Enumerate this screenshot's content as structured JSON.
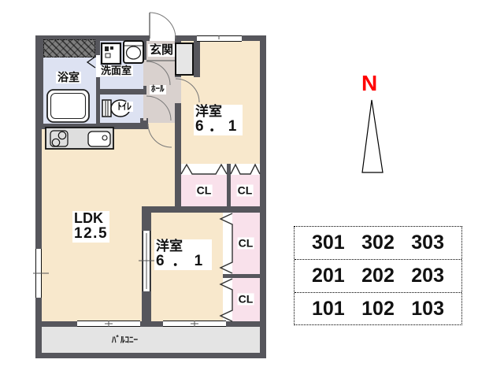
{
  "compass": {
    "label": "N",
    "color": "#ff0000"
  },
  "rooms": {
    "entrance": "玄関",
    "hall": "ﾎｰﾙ",
    "washroom": "洗面室",
    "bathroom": "浴室",
    "toilet": "ﾄｲﾚ",
    "western_upper": {
      "name": "洋室",
      "size": "6．1"
    },
    "western_lower": {
      "name": "洋室",
      "size": "6．1"
    },
    "ldk": {
      "name": "LDK",
      "size": "12.5"
    },
    "closet": "CL",
    "balcony": "ﾊﾞﾙｺﾆｰ"
  },
  "unit_table": {
    "rows": [
      [
        "301",
        "302",
        "303"
      ],
      [
        "201",
        "202",
        "203"
      ],
      [
        "101",
        "102",
        "103"
      ]
    ]
  },
  "colors": {
    "wall": "#56565c",
    "room_cream": "#f8e8cc",
    "sanitary_blue": "#dde2f2",
    "closet_pink": "#f9e1eb",
    "hall_beige": "#d9d1ce",
    "balcony_gray": "#e4e4e4",
    "compass_red": "#ff0000"
  }
}
